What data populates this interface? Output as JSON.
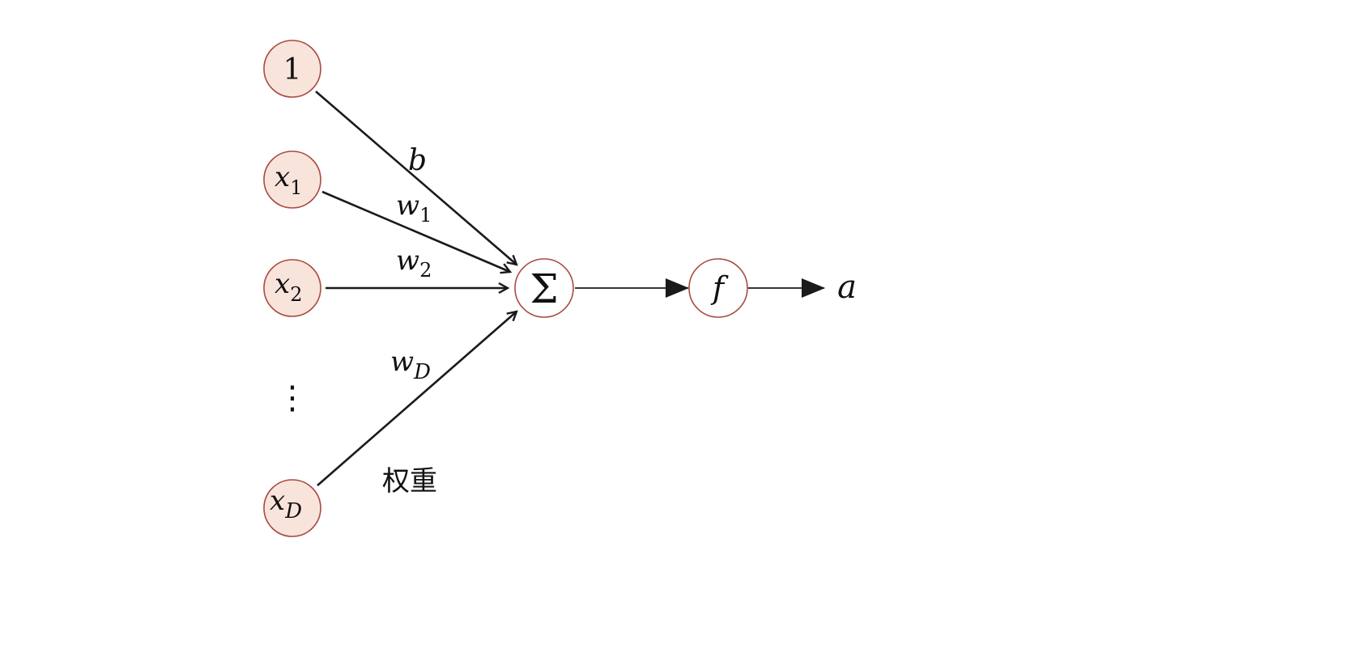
{
  "colors": {
    "input_fill": "#f9e4dc",
    "input_stroke": "#a94a40",
    "op_fill": "#ffffff",
    "line": "#1a1a1a",
    "text": "#111111"
  },
  "inputs": {
    "bias": "1",
    "x1": {
      "base": "x",
      "sub": "1"
    },
    "x2": {
      "base": "x",
      "sub": "2"
    },
    "ellipsis": "⋮",
    "xD": {
      "base": "x",
      "sub": "D"
    }
  },
  "weights": {
    "b": "b",
    "w1": {
      "base": "w",
      "sub": "1"
    },
    "w2": {
      "base": "w",
      "sub": "2"
    },
    "wD": {
      "base": "w",
      "sub": "D"
    }
  },
  "sum_symbol": "Σ",
  "activation": "f",
  "output": "a",
  "annotation": "权重"
}
